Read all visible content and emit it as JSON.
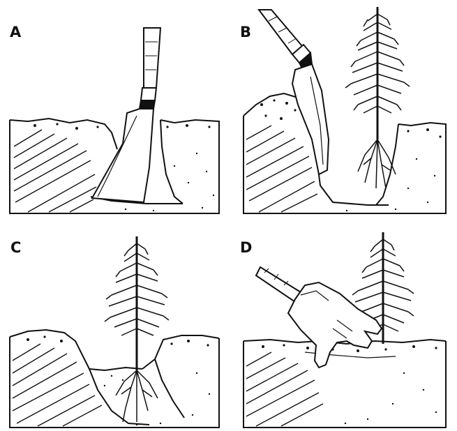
{
  "panels": [
    {
      "id": "A",
      "label": "A"
    },
    {
      "id": "B",
      "label": "B"
    },
    {
      "id": "C",
      "label": "C"
    },
    {
      "id": "D",
      "label": "D"
    }
  ],
  "colors": {
    "ink": "#111111",
    "paper": "#ffffff"
  },
  "icons": {
    "A": [
      "shovel-icon",
      "soil-icon"
    ],
    "B": [
      "shovel-icon",
      "pine-seedling-icon",
      "soil-icon"
    ],
    "C": [
      "pine-seedling-icon",
      "soil-icon"
    ],
    "D": [
      "gloved-hand-icon",
      "pine-seedling-icon",
      "soil-icon"
    ]
  }
}
